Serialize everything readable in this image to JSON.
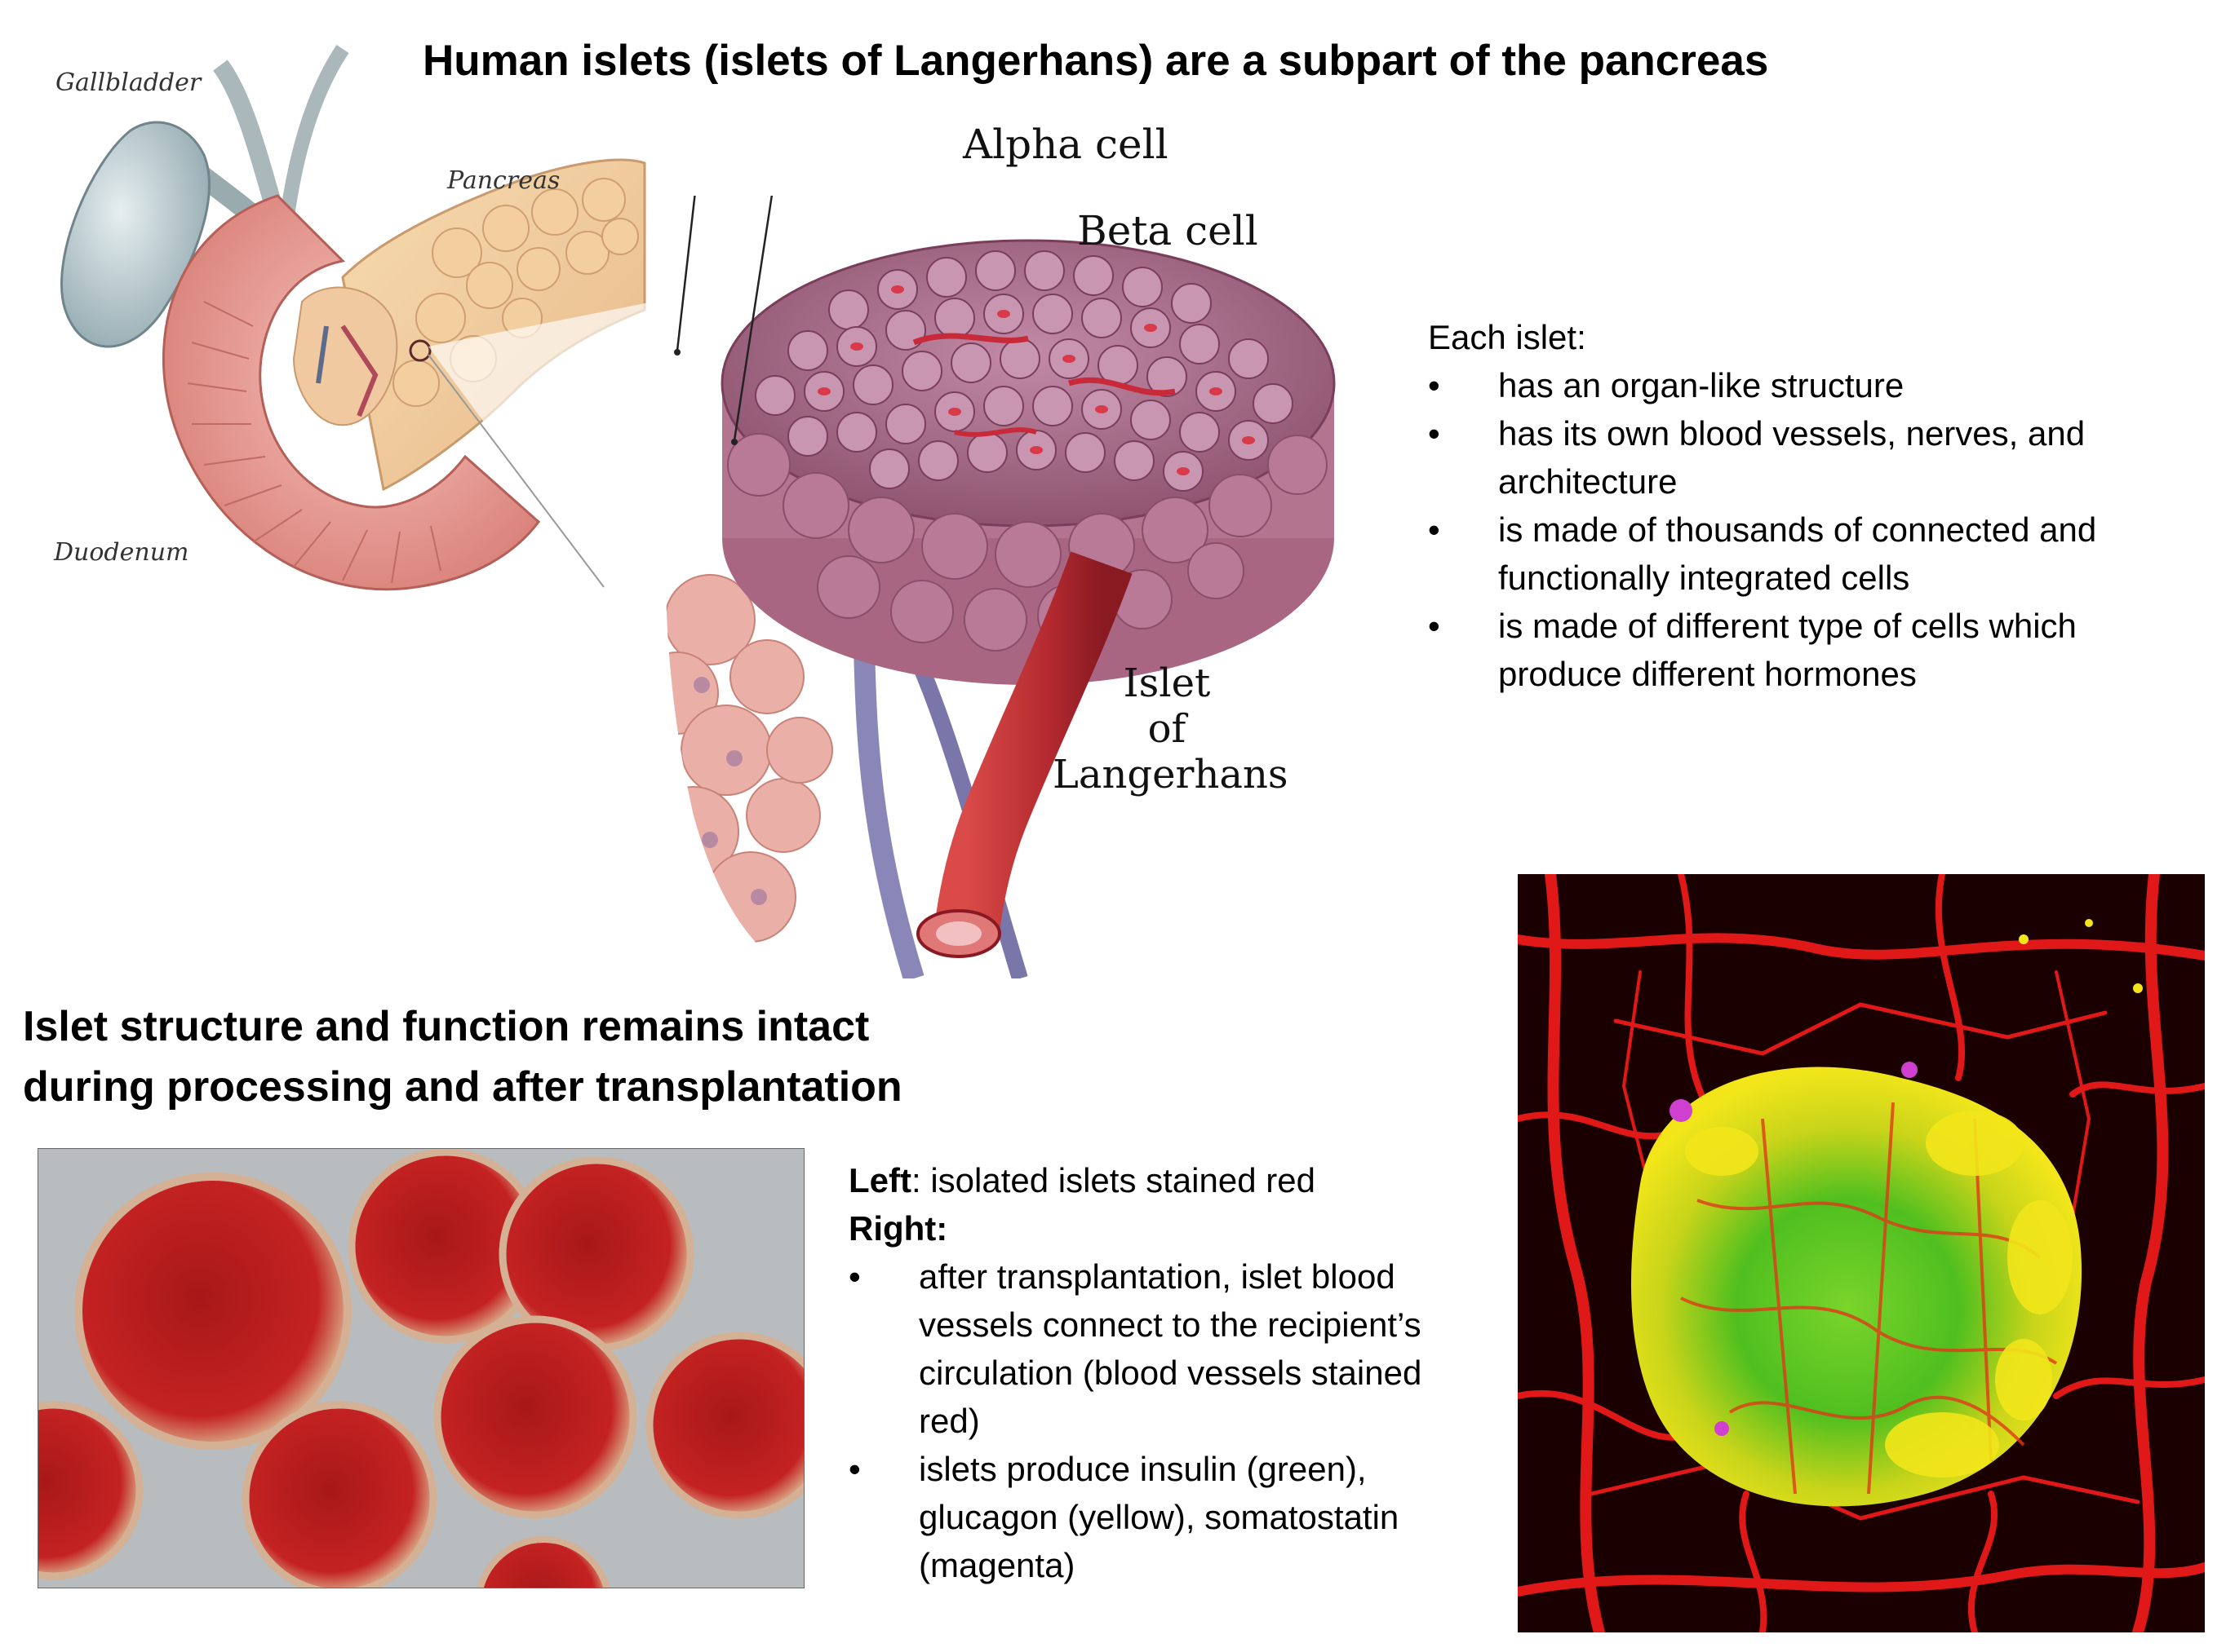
{
  "title": "Human islets (islets of Langerhans) are a subpart of the pancreas",
  "anatomy_labels": {
    "gallbladder": "Gallbladder",
    "pancreas": "Pancreas",
    "duodenum": "Duodenum"
  },
  "islet_labels": {
    "alpha": "Alpha cell",
    "beta": "Beta cell",
    "islet_line1": "Islet",
    "islet_line2": "of",
    "islet_line3": "Langerhans"
  },
  "each_islet": {
    "heading": "Each islet:",
    "items": [
      "has an organ-like structure",
      "has its own blood vessels, nerves, and architecture",
      "is made of thousands of connected and functionally integrated cells",
      "is made of different type of cells which produce different hormones"
    ]
  },
  "subtitle": {
    "line1": "Islet structure and function remains intact",
    "line2": "during processing and after transplantation"
  },
  "caption": {
    "left_label": "Left",
    "left_text": ": isolated islets stained red",
    "right_label": "Right:",
    "items": [
      "after transplantation, islet blood vessels connect to the recipient’s circulation (blood vessels stained red)",
      "islets produce insulin (green), glucagon (yellow), somatostatin (magenta)"
    ]
  },
  "colors": {
    "stain_red": "#b01818",
    "insulin_green": "#3fbf1f",
    "glucagon_yellow": "#f2e61a",
    "somatostatin_magenta": "#d040d0",
    "tissue_pink": "#e89a9a"
  }
}
